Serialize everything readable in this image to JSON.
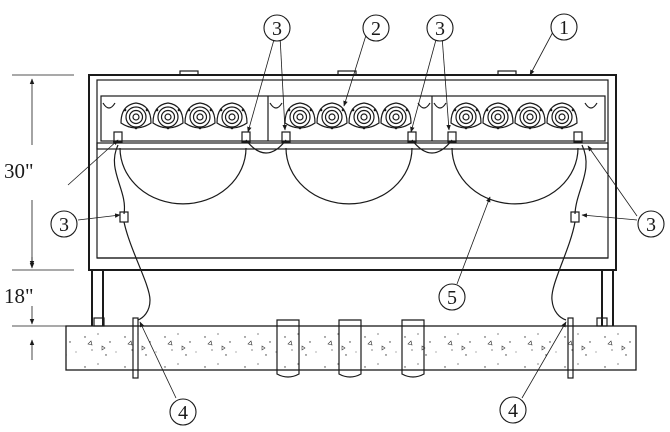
{
  "dimensions": {
    "cabinet_height": "30\"",
    "base_height": "18\""
  },
  "callouts": {
    "c1": "1",
    "c2": "2",
    "c3_top_left": "3",
    "c3_top_right": "3",
    "c3_left": "3",
    "c3_right": "3",
    "c4_left": "4",
    "c4_right": "4",
    "c5": "5"
  },
  "colors": {
    "line": "#1a1a1a",
    "background": "#ffffff"
  }
}
